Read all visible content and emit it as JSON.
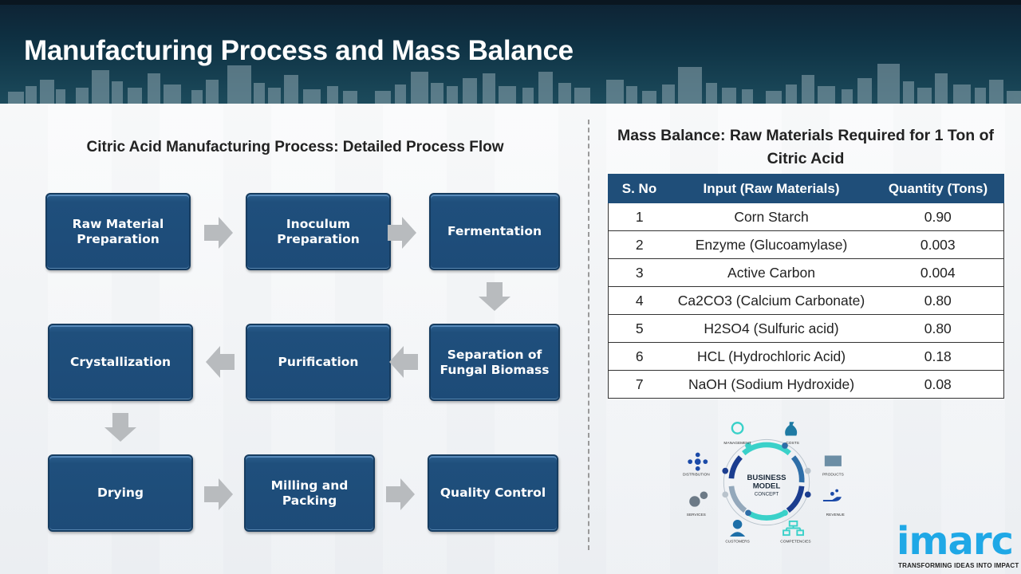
{
  "header": {
    "title": "Manufacturing Process and Mass Balance"
  },
  "process_flow": {
    "title": "Citric Acid Manufacturing Process: Detailed Process Flow",
    "steps": [
      {
        "label": "Raw Material Preparation"
      },
      {
        "label": "Inoculum Preparation"
      },
      {
        "label": "Fermentation"
      },
      {
        "label": "Separation of Fungal Biomass"
      },
      {
        "label": "Purification"
      },
      {
        "label": "Crystallization"
      },
      {
        "label": "Drying"
      },
      {
        "label": "Milling and Packing"
      },
      {
        "label": "Quality Control"
      }
    ]
  },
  "mass_balance": {
    "title": "Mass Balance: Raw Materials Required for 1 Ton of Citric Acid",
    "columns": [
      "S. No",
      "Input (Raw Materials)",
      "Quantity (Tons)"
    ],
    "rows": [
      {
        "sno": "1",
        "input": "Corn Starch",
        "qty": "0.90"
      },
      {
        "sno": "2",
        "input": "Enzyme (Glucoamylase)",
        "qty": "0.003"
      },
      {
        "sno": "3",
        "input": "Active Carbon",
        "qty": "0.004"
      },
      {
        "sno": "4",
        "input": "Ca2CO3 (Calcium Carbonate)",
        "qty": "0.80"
      },
      {
        "sno": "5",
        "input": "H2SO4 (Sulfuric acid)",
        "qty": "0.80"
      },
      {
        "sno": "6",
        "input": "HCL (Hydrochloric Acid)",
        "qty": "0.18"
      },
      {
        "sno": "7",
        "input": "NaOH (Sodium Hydroxide)",
        "qty": "0.08"
      }
    ]
  },
  "business_model": {
    "center": [
      "BUSINESS",
      "MODEL",
      "CONCEPT"
    ],
    "labels": {
      "management": "MANAGEMENT",
      "costs": "COSTS",
      "distribution": "DISTRIBUTION",
      "products": "PRODUCTS",
      "services": "SERVICES",
      "revenue": "REVENUE",
      "customers": "CUSTOMERS",
      "competencies": "COMPETENCIES"
    }
  },
  "logo": {
    "word": "imarc",
    "tagline": "TRANSFORMING IDEAS INTO IMPACT"
  },
  "colors": {
    "step_fill": "#1f4e79",
    "table_header": "#1f4e79",
    "brand_blue": "#1fa8e6",
    "arrow_gray": "#b5b8bb"
  }
}
